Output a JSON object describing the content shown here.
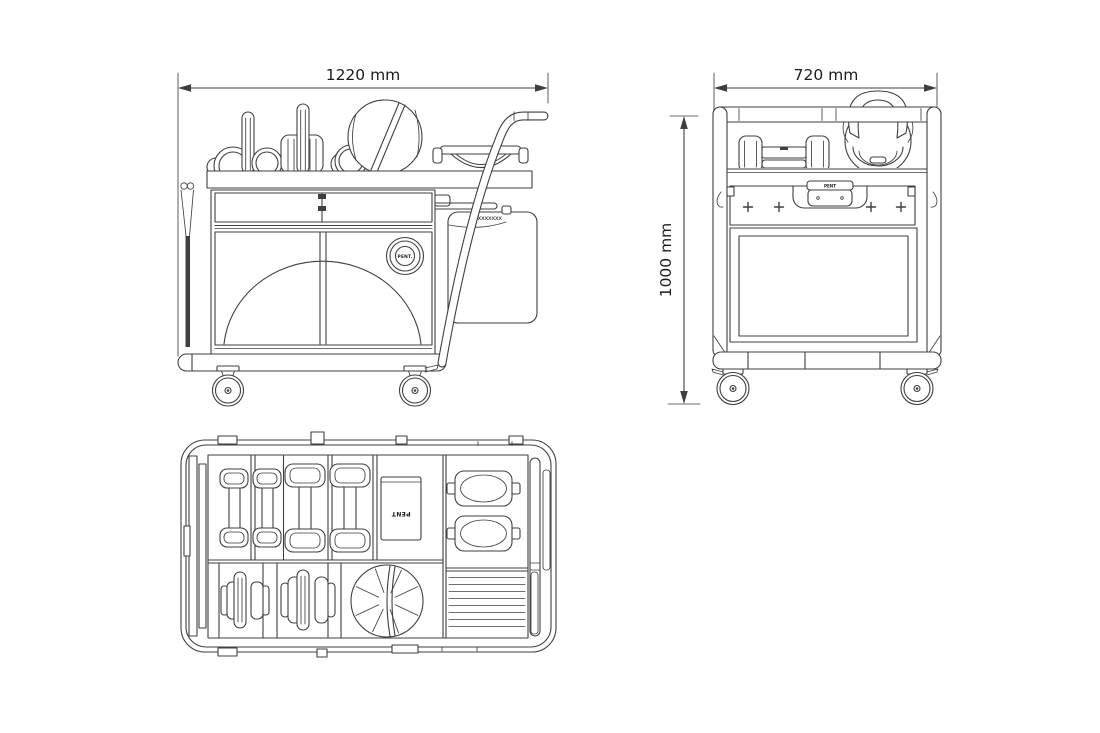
{
  "colors": {
    "line": "#3f3f3f",
    "text": "#1c1c1c",
    "background": "#ffffff"
  },
  "dimensions": {
    "front_width": "1220 mm",
    "side_width": "720 mm",
    "side_height": "1000 mm"
  },
  "logos": {
    "front_badge": "PENT.",
    "side_handle": "PENT",
    "top_tablet": "PENT"
  },
  "annotations": {
    "bag_stitching": "xxxxxxxx"
  }
}
